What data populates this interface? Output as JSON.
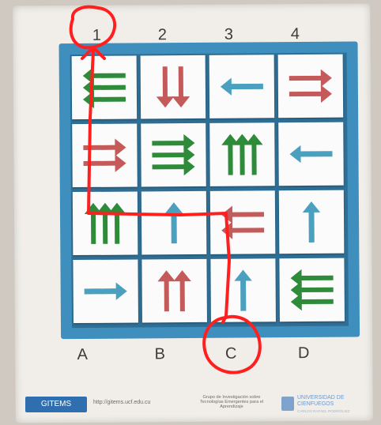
{
  "columns_top": [
    "1",
    "2",
    "3",
    "4"
  ],
  "columns_bottom": [
    "A",
    "B",
    "C",
    "D"
  ],
  "colors": {
    "board_blue": "#3e8fbd",
    "arrow_green": "#2e8b3a",
    "arrow_red": "#c45a5a",
    "arrow_blue": "#4aa0be",
    "path_red": "#ff1f1f"
  },
  "tiles": [
    {
      "row": 0,
      "col": 0,
      "dir": "left",
      "count": 3,
      "color": "green"
    },
    {
      "row": 0,
      "col": 1,
      "dir": "down",
      "count": 2,
      "color": "red"
    },
    {
      "row": 0,
      "col": 2,
      "dir": "left",
      "count": 1,
      "color": "blue"
    },
    {
      "row": 0,
      "col": 3,
      "dir": "right",
      "count": 2,
      "color": "red"
    },
    {
      "row": 1,
      "col": 0,
      "dir": "right",
      "count": 2,
      "color": "red"
    },
    {
      "row": 1,
      "col": 1,
      "dir": "right",
      "count": 3,
      "color": "green"
    },
    {
      "row": 1,
      "col": 2,
      "dir": "up",
      "count": 3,
      "color": "green"
    },
    {
      "row": 1,
      "col": 3,
      "dir": "left",
      "count": 1,
      "color": "blue"
    },
    {
      "row": 2,
      "col": 0,
      "dir": "up",
      "count": 3,
      "color": "green"
    },
    {
      "row": 2,
      "col": 1,
      "dir": "up",
      "count": 1,
      "color": "blue"
    },
    {
      "row": 2,
      "col": 2,
      "dir": "left",
      "count": 2,
      "color": "red"
    },
    {
      "row": 2,
      "col": 3,
      "dir": "up",
      "count": 1,
      "color": "blue"
    },
    {
      "row": 3,
      "col": 0,
      "dir": "right",
      "count": 1,
      "color": "blue"
    },
    {
      "row": 3,
      "col": 1,
      "dir": "up",
      "count": 2,
      "color": "red"
    },
    {
      "row": 3,
      "col": 2,
      "dir": "up",
      "count": 1,
      "color": "blue"
    },
    {
      "row": 3,
      "col": 3,
      "dir": "left",
      "count": 3,
      "color": "green"
    }
  ],
  "footer": {
    "logo_text": "GITEMS",
    "url_text": "http://gitems.ucf.edu.cu",
    "group_text": "Grupo de Investigación sobre Tecnologías Emergentes para el Aprendizaje",
    "university_name": "UNIVERSIDAD DE CIENFUEGOS",
    "university_sub": "CARLOS RAFAEL RODRÍGUEZ"
  }
}
